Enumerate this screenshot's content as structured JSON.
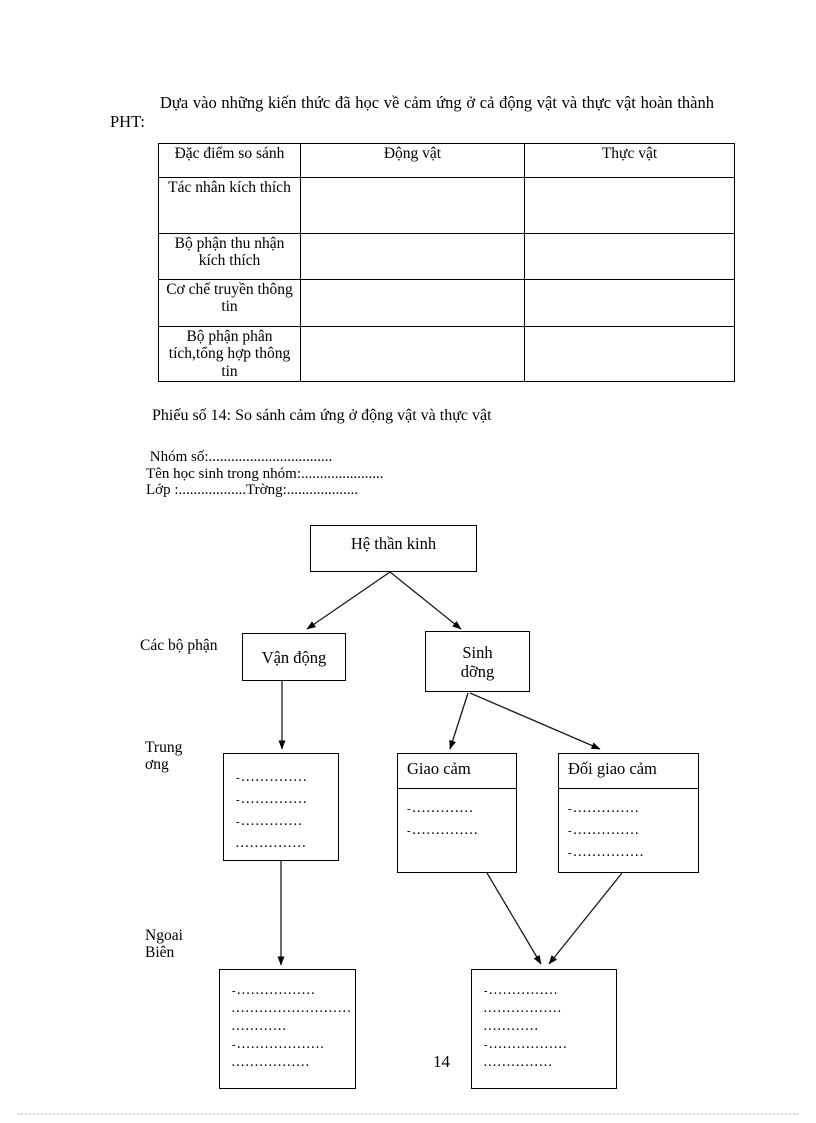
{
  "intro": "Dựa vào những kiến thức đã học về cảm ứng ở cả động vật và thực vật hoàn thành PHT:",
  "table": {
    "headers": [
      "Đặc điểm so sánh",
      "Động vật",
      "Thực vật"
    ],
    "rows": [
      {
        "label": "Tác nhân kích thích",
        "dong_vat": "",
        "thuc_vat": ""
      },
      {
        "label": "Bộ phận thu nhận kích thích",
        "dong_vat": "",
        "thuc_vat": ""
      },
      {
        "label": "Cơ chế truyền thông tin",
        "dong_vat": "",
        "thuc_vat": ""
      },
      {
        "label": "Bộ phận phân tích,tổng hợp thông tin",
        "dong_vat": "",
        "thuc_vat": ""
      }
    ]
  },
  "caption": "Phiếu số 14:  So sánh cảm ứng ở động vật và thực vật",
  "form": {
    "lines": [
      " Nhóm số:.................................",
      "Tên học sinh trong nhóm:......................",
      "Lớp :..................Trờng:..................."
    ]
  },
  "diagram": {
    "labels": {
      "cac_bo_phan": "Các bộ phận",
      "trung_uong": [
        "Trung",
        "ơng"
      ],
      "ngoai_bien": [
        "Ngoai",
        "Biên"
      ]
    },
    "boxes": {
      "he_than_kinh": {
        "title": "Hệ thần kinh"
      },
      "van_dong": {
        "title": "Vận động"
      },
      "sinh_duong": {
        "title_lines": [
          "Sinh",
          "dỡng"
        ]
      },
      "trung_uong_box": {
        "lines": [
          "-..............",
          "-..............",
          "-.............",
          "..............."
        ]
      },
      "giao_cam": {
        "title": "Giao cảm",
        "lines": [
          "-.............",
          "-.............."
        ]
      },
      "doi_giao_cam": {
        "title": "Đối giao cảm",
        "lines": [
          "-..............",
          "-..............",
          "-..............."
        ]
      },
      "ngoai_bien_left": {
        "lines": [
          "-.................",
          "..........................",
          "............",
          "-...................",
          "................."
        ]
      },
      "ngoai_bien_right": {
        "lines": [
          "-...............",
          ".................",
          "............",
          "-.................",
          "..............."
        ]
      }
    }
  },
  "page_number": "14"
}
